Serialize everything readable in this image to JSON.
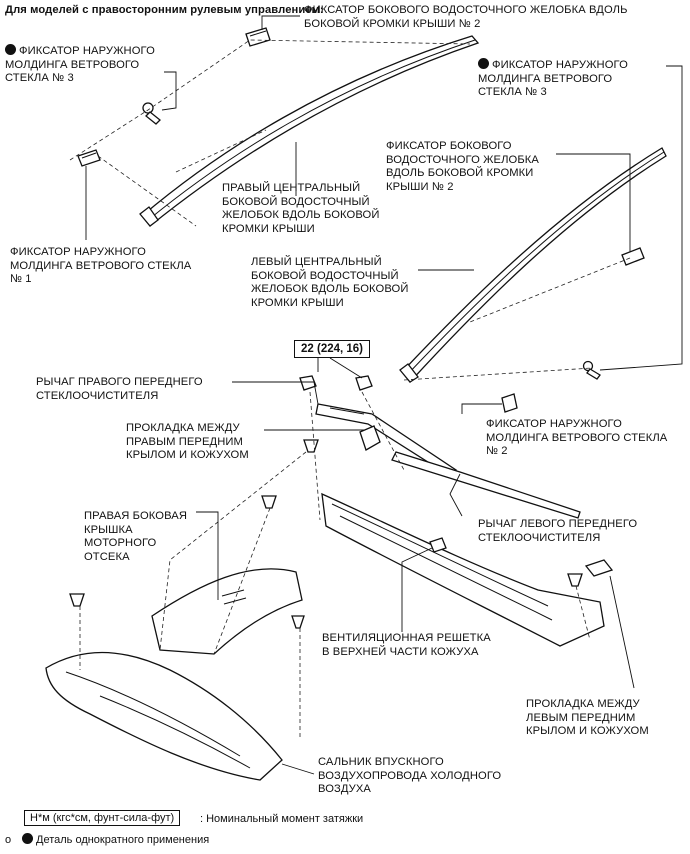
{
  "header": {
    "rhd_note": "Для моделей с правосторонним рулевым управлением:"
  },
  "labels": {
    "retainer_ws_no3_left": "ФИКСАТОР НАРУЖНОГО\nМОЛДИНГА ВЕТРОВОГО\nСТЕКЛА № 3",
    "retainer_side_gutter_no2_top": "ФИКСАТОР БОКОВОГО ВОДОСТОЧНОГО ЖЕЛОБКА ВДОЛЬ\nБОКОВОЙ КРОМКИ КРЫШИ № 2",
    "retainer_ws_no3_right": "ФИКСАТОР НАРУЖНОГО\nМОЛДИНГА ВЕТРОВОГО\nСТЕКЛА № 3",
    "retainer_side_gutter_no2_right": "ФИКСАТОР БОКОВОГО\nВОДОСТОЧНОГО ЖЕЛОБКА\nВДОЛЬ БОКОВОЙ КРОМКИ\nКРЫШИ № 2",
    "right_center_gutter": "ПРАВЫЙ ЦЕНТРАЛЬНЫЙ\nБОКОВОЙ ВОДОСТОЧНЫЙ\nЖЕЛОБОК ВДОЛЬ БОКОВОЙ\nКРОМКИ КРЫШИ",
    "retainer_ws_no1": "ФИКСАТОР НАРУЖНОГО\nМОЛДИНГА ВЕТРОВОГО СТЕКЛА\n№ 1",
    "left_center_gutter": "ЛЕВЫЙ ЦЕНТРАЛЬНЫЙ\nБОКОВОЙ ВОДОСТОЧНЫЙ\nЖЕЛОБОК ВДОЛЬ БОКОВОЙ\nКРОМКИ КРЫШИ",
    "torque": "22 (224, 16)",
    "right_wiper_arm": "РЫЧАГ ПРАВОГО ПЕРЕДНЕГО\nСТЕКЛООЧИСТИТЕЛЯ",
    "retainer_ws_no2": "ФИКСАТОР НАРУЖНОГО\nМОЛДИНГА ВЕТРОВОГО СТЕКЛА\n№ 2",
    "right_fender_seal": "ПРОКЛАДКА МЕЖДУ\nПРАВЫМ ПЕРЕДНИМ\nКРЫЛОМ И КОЖУХОМ",
    "right_engine_cover": "ПРАВАЯ БОКОВАЯ\nКРЫШКА\nМОТОРНОГО\nОТСЕКА",
    "left_wiper_arm": "РЫЧАГ ЛЕВОГО ПЕРЕДНЕГО\nСТЕКЛООЧИСТИТЕЛЯ",
    "cowl_top_louver": "ВЕНТИЛЯЦИОННАЯ РЕШЕТКА\nВ ВЕРХНЕЙ ЧАСТИ КОЖУХА",
    "left_fender_seal": "ПРОКЛАДКА МЕЖДУ\nЛЕВЫМ ПЕРЕДНИМ\nКРЫЛОМ И КОЖУХОМ",
    "cool_air_seal": "САЛЬНИК ВПУСКНОГО\nВОЗДУХОПРОВОДА ХОЛОДНОГО\nВОЗДУХА"
  },
  "legend": {
    "unit_box": "Н*м (кгс*см, фунт-сила-фут)",
    "unit_desc": ": Номинальный момент затяжки",
    "non_reusable": "Деталь однократного применения",
    "page_mark": "o"
  }
}
